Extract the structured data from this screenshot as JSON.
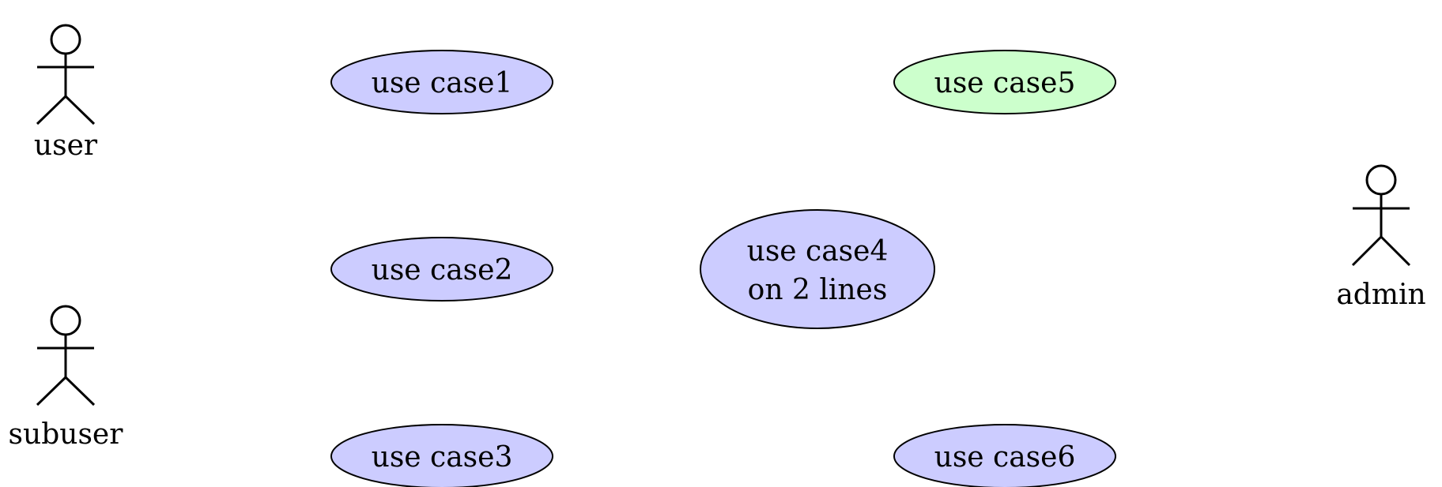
{
  "diagram": {
    "type": "use-case",
    "colors": {
      "stroke": "#000000",
      "default_fill": "#ccccff",
      "highlight_fill": "#ccffcc"
    },
    "actors": [
      {
        "id": "user",
        "label": "user"
      },
      {
        "id": "subuser",
        "label": "subuser"
      },
      {
        "id": "admin",
        "label": "admin"
      }
    ],
    "use_cases": [
      {
        "id": "uc1",
        "lines": [
          "use case1"
        ],
        "fill": "#ccccff"
      },
      {
        "id": "uc2",
        "lines": [
          "use case2"
        ],
        "fill": "#ccccff"
      },
      {
        "id": "uc3",
        "lines": [
          "use case3"
        ],
        "fill": "#ccccff"
      },
      {
        "id": "uc4",
        "lines": [
          "use case4",
          "on 2 lines"
        ],
        "fill": "#ccccff"
      },
      {
        "id": "uc5",
        "lines": [
          "use case5"
        ],
        "fill": "#ccffcc"
      },
      {
        "id": "uc6",
        "lines": [
          "use case6"
        ],
        "fill": "#ccccff"
      }
    ]
  }
}
